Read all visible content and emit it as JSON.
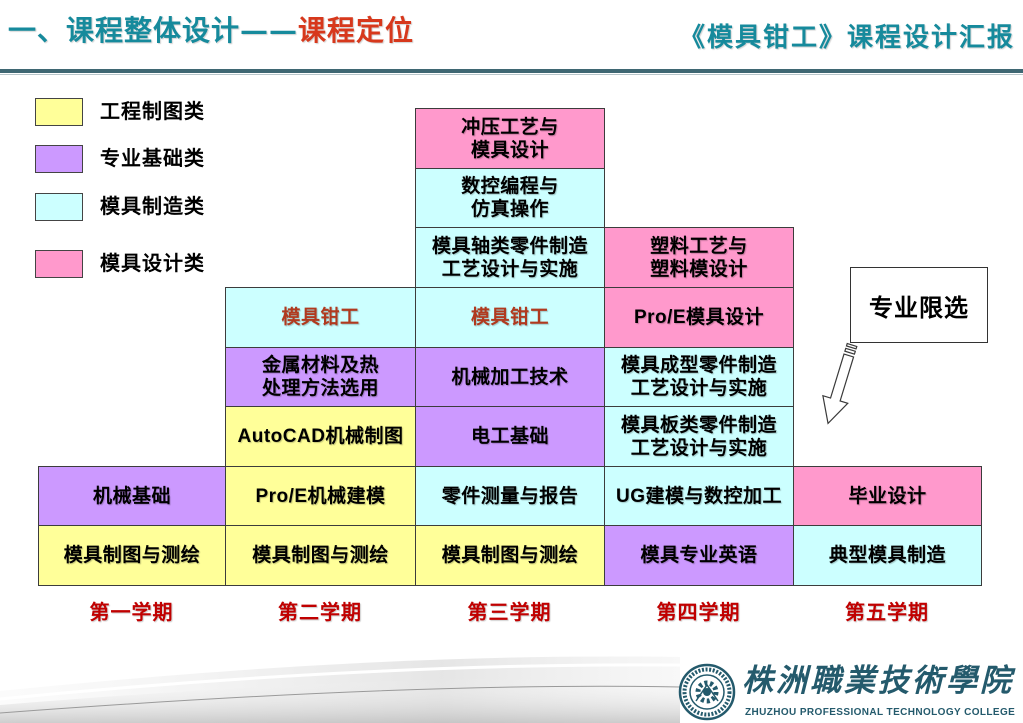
{
  "header": {
    "title_prefix": "一、课程整体设计——",
    "title_highlight": "课程定位",
    "report_title": "《模具钳工》课程设计汇报"
  },
  "legend": [
    {
      "label": "工程制图类",
      "color": "#ffff99"
    },
    {
      "label": "专业基础类",
      "color": "#cc99ff"
    },
    {
      "label": "模具制造类",
      "color": "#ccffff"
    },
    {
      "label": "模具设计类",
      "color": "#ff99cc"
    }
  ],
  "semesters": [
    {
      "label": "第一学期",
      "courses": [
        {
          "name": "模具制图与测绘",
          "category": 0
        },
        {
          "name": "机械基础",
          "category": 1
        }
      ]
    },
    {
      "label": "第二学期",
      "courses": [
        {
          "name": "模具制图与测绘",
          "category": 0
        },
        {
          "name": "Pro/E机械建模",
          "category": 0
        },
        {
          "name": "AutoCAD机械制图",
          "category": 0
        },
        {
          "name": "金属材料及热\n处理方法选用",
          "category": 1
        },
        {
          "name": "模具钳工",
          "category": 2,
          "highlight": true
        }
      ]
    },
    {
      "label": "第三学期",
      "courses": [
        {
          "name": "模具制图与测绘",
          "category": 0
        },
        {
          "name": "零件测量与报告",
          "category": 2
        },
        {
          "name": "电工基础",
          "category": 1
        },
        {
          "name": "机械加工技术",
          "category": 1
        },
        {
          "name": "模具钳工",
          "category": 2,
          "highlight": true
        },
        {
          "name": "模具轴类零件制造\n工艺设计与实施",
          "category": 2
        },
        {
          "name": "数控编程与\n仿真操作",
          "category": 2
        },
        {
          "name": "冲压工艺与\n模具设计",
          "category": 3
        }
      ]
    },
    {
      "label": "第四学期",
      "courses": [
        {
          "name": "模具专业英语",
          "category": 1
        },
        {
          "name": "UG建模与数控加工",
          "category": 2
        },
        {
          "name": "模具板类零件制造\n工艺设计与实施",
          "category": 2
        },
        {
          "name": "模具成型零件制造\n工艺设计与实施",
          "category": 2
        },
        {
          "name": "Pro/E模具设计",
          "category": 3
        },
        {
          "name": "塑料工艺与\n塑料模设计",
          "category": 3
        }
      ]
    },
    {
      "label": "第五学期",
      "courses": [
        {
          "name": "典型模具制造",
          "category": 2
        },
        {
          "name": "毕业设计",
          "category": 3
        }
      ]
    }
  ],
  "callout": {
    "label": "专业限选"
  },
  "footer": {
    "college_name": "株洲職業技術學院",
    "college_name_en": "ZHUZHOU PROFESSIONAL TECHNOLOGY COLLEGE"
  },
  "colors": {
    "title": "#168a9c",
    "title_highlight": "#d7381c",
    "course_highlight": "#b03a1f",
    "semester_label": "#c00000",
    "cell_border": "#3c3c3c",
    "header_rule": "#3f6773",
    "logo": "#245a6c"
  }
}
